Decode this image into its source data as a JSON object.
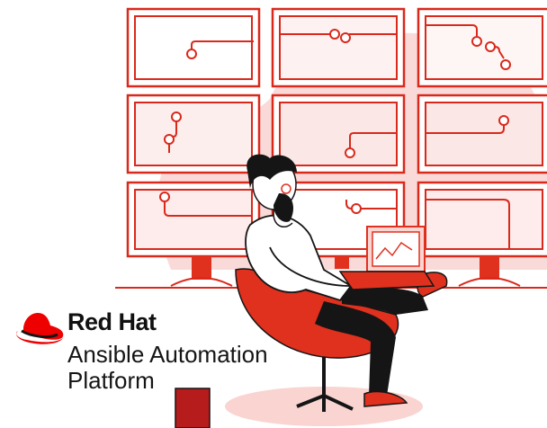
{
  "brand": {
    "name": "Red Hat",
    "product_line1": "Ansible Automation",
    "product_line2": "Platform"
  },
  "colors": {
    "brand_red": "#ee0000",
    "accent_red": "#e0301e",
    "pink_fill": "#f9d4d1",
    "line_red": "#d9291c",
    "ink": "#151515"
  },
  "icons": [
    "red-hat-logo-icon",
    "laptop-icon",
    "chair-icon"
  ]
}
